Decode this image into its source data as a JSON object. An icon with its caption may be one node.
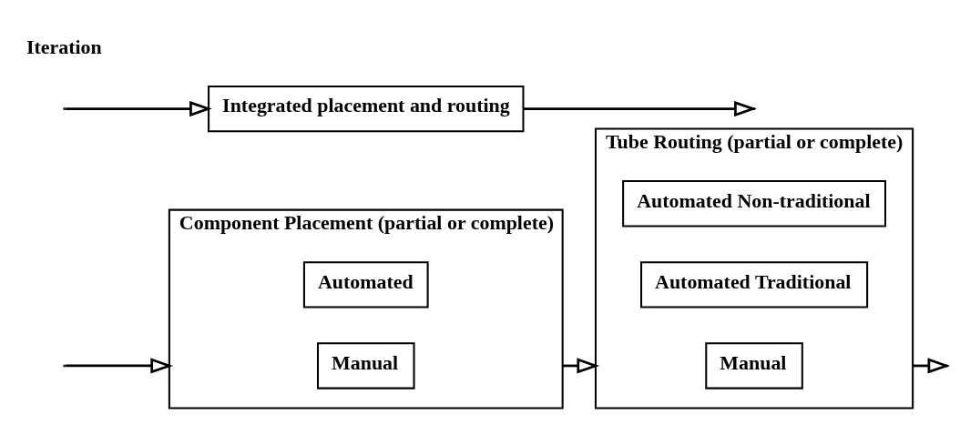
{
  "diagram": {
    "nodes": [
      {
        "text": [
          "Component Placement (partial or complete)"
        ]
      },
      {
        "text": [
          "Manual"
        ],
        "in": 0
      },
      {
        "text": [
          "Automated"
        ],
        "in": 0
      },
      {
        "text": [
          "Tube Routing (partial or complete)"
        ]
      },
      {
        "text": [
          "Manual"
        ],
        "in": 3
      },
      {
        "text": [
          "Automated Traditional"
        ],
        "in": 3
      },
      {
        "text": [
          "Automated Non-traditional"
        ],
        "in": 3
      },
      {
        "text": [
          "Integrated placement and routing"
        ]
      }
    ],
    "edges": [
      {
        "from": null,
        "to": 0,
        "arrow": "to"
      },
      {
        "from": 0,
        "to": 3,
        "arrow": "to"
      },
      {
        "from": 3,
        "to": null,
        "arrow": "to"
      },
      {
        "from": 7,
        "to": null,
        "arrow": "to"
      },
      {
        "from": null,
        "to": 7,
        "arrow": "to"
      }
    ],
    "labels": [
      "Iteration"
    ]
  }
}
